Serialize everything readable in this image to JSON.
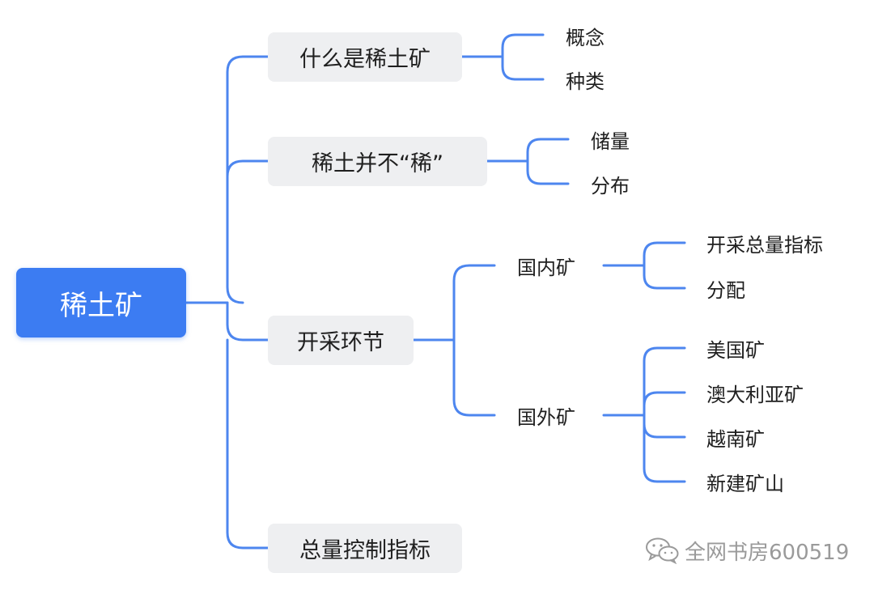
{
  "diagram": {
    "root": "稀土矿",
    "branches": [
      {
        "label": "什么是稀土矿",
        "children": [
          "概念",
          "种类"
        ]
      },
      {
        "label": "稀土并不“稀”",
        "children": [
          "储量",
          "分布"
        ]
      },
      {
        "label": "开采环节",
        "subgroups": [
          {
            "label": "国内矿",
            "children": [
              "开采总量指标",
              "分配"
            ]
          },
          {
            "label": "国外矿",
            "children": [
              "美国矿",
              "澳大利亚矿",
              "越南矿",
              "新建矿山"
            ]
          }
        ]
      },
      {
        "label": "总量控制指标"
      }
    ]
  },
  "watermark": {
    "text": "全网书房600519",
    "icon": "wechat-icon"
  },
  "colors": {
    "accent": "#3c7cf2",
    "connector": "#4d86ef",
    "branch_bg": "#eeeff1"
  }
}
